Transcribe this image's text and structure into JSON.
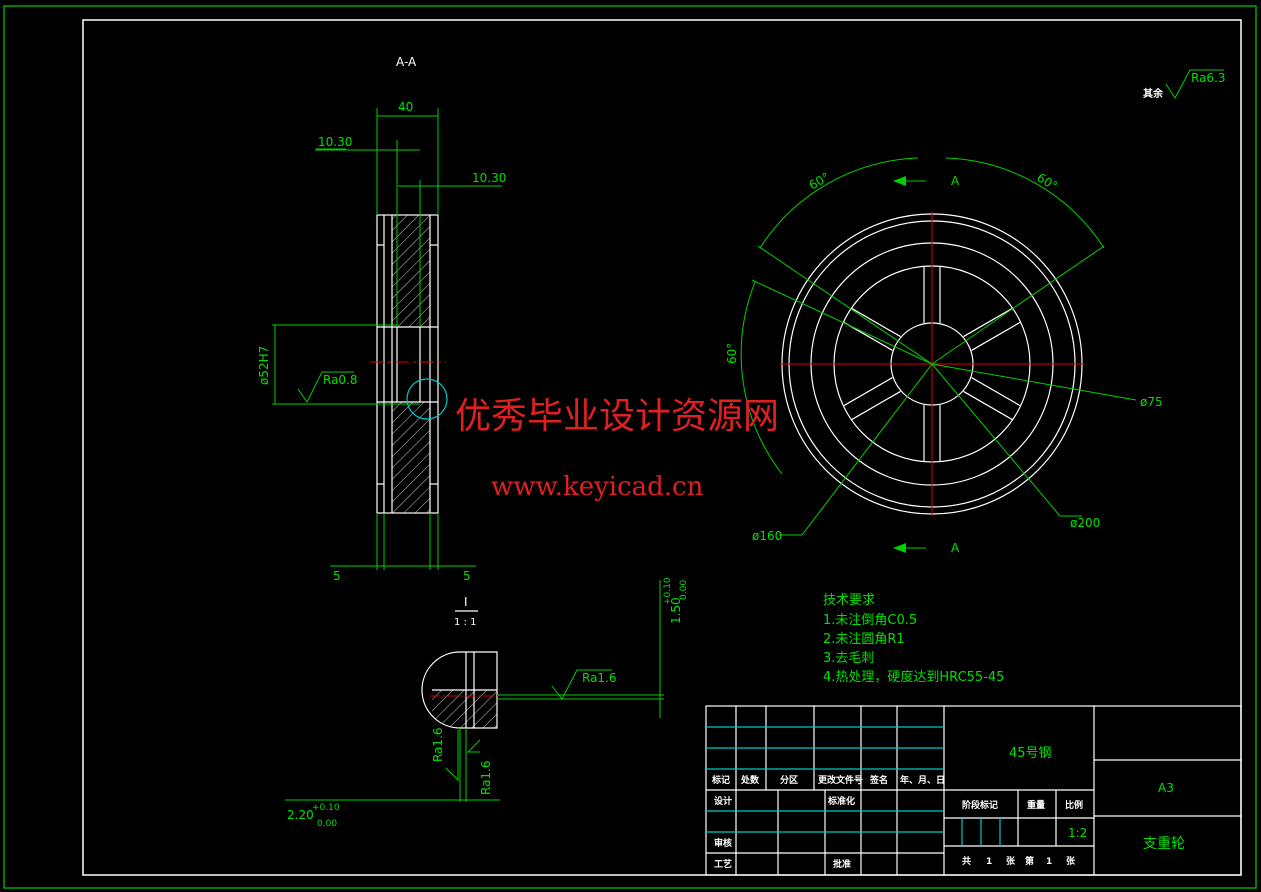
{
  "section_view": {
    "title": "A-A",
    "dim_width": "40",
    "dim_left_offset": "10.30",
    "dim_right_offset": "10.30",
    "dim_bore": "ø52H7",
    "roughness_bore": "Ra0.8",
    "dim_bottom_left": "5",
    "dim_bottom_right": "5"
  },
  "front_view": {
    "angle_1": "60°",
    "angle_2": "60°",
    "angle_3": "60°",
    "section_mark_top": "A",
    "section_mark_bottom": "A",
    "dim_d75": "ø75",
    "dim_d160": "ø160",
    "dim_d200": "ø200"
  },
  "detail_view": {
    "label": "I",
    "scale": "1 : 1",
    "roughness_right": "Ra1.6",
    "roughness_left_1": "Ra1.6",
    "roughness_left_2": "Ra1.6",
    "dim_height_base": "1.50",
    "dim_height_tol_upper": "+0.10",
    "dim_height_tol_lower": "0.00",
    "dim_depth_base": "2.20",
    "dim_depth_tol_upper": "+0.10",
    "dim_depth_tol_lower": "0.00"
  },
  "surface_finish": {
    "label": "其余",
    "value": "Ra6.3"
  },
  "technical_requirements": {
    "title": "技术要求",
    "items": [
      "1.未注倒角C0.5",
      "2.未注圆角R1",
      "3.去毛刺",
      "4.热处理，硬度达到HRC55-45"
    ]
  },
  "watermark": {
    "line1": "优秀毕业设计资源网",
    "line2": "www.keyicad.cn"
  },
  "title_block": {
    "material": "45号钢",
    "paper_size": "A3",
    "part_name": "支重轮",
    "scale_value": "1:2",
    "header_cells": [
      "标记",
      "处数",
      "分区",
      "更改文件号",
      "签名",
      "年、月、日"
    ],
    "design": "设计",
    "standardize": "标准化",
    "stage_mark": "阶段标记",
    "weight": "重量",
    "ratio": "比例",
    "review": "审核",
    "process": "工艺",
    "approve": "批准",
    "total_label": "共",
    "total_value": "1",
    "sheet_label": "张",
    "page_label": "第",
    "page_value": "1",
    "page_suffix": "张"
  },
  "colors": {
    "background": "#000000",
    "outline": "#ffffff",
    "dimension": "#00d000",
    "centerline": "#e00000",
    "title_block_lines": "#00c8c8",
    "watermark": "#e02020"
  }
}
